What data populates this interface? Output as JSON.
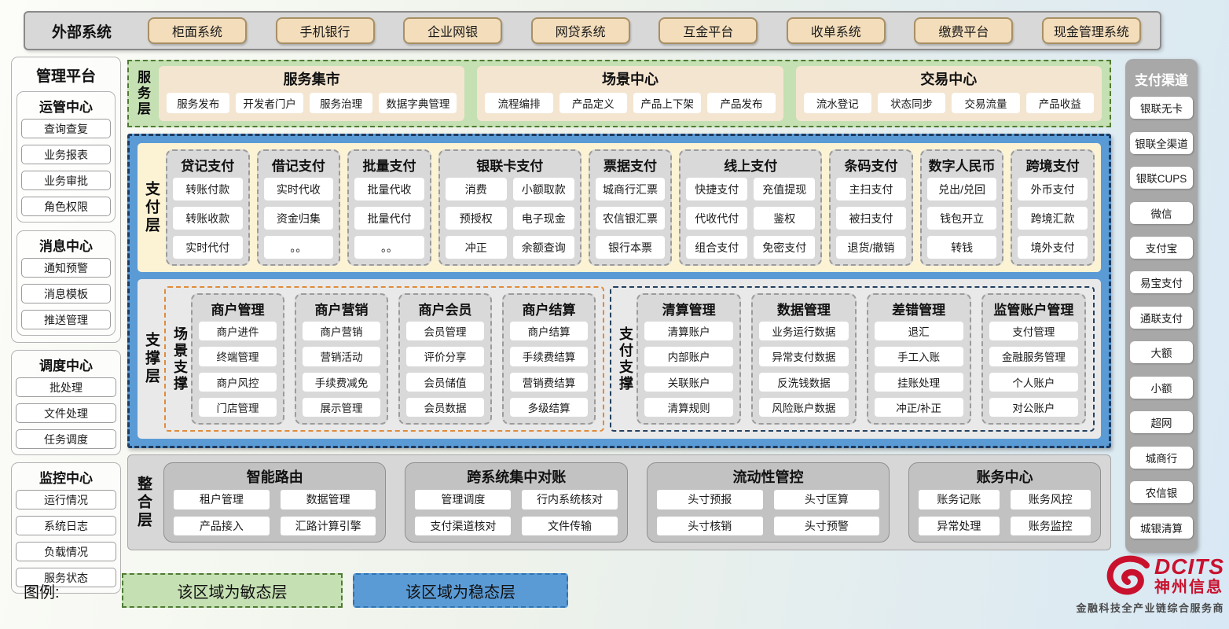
{
  "external_systems": {
    "title": "外部系统",
    "items": [
      "柜面系统",
      "手机银行",
      "企业网银",
      "网贷系统",
      "互金平台",
      "收单系统",
      "缴费平台",
      "现金管理系统"
    ]
  },
  "management_platform": {
    "title": "管理平台",
    "groups": [
      {
        "title": "运管中心",
        "items": [
          "查询查复",
          "业务报表",
          "业务审批",
          "角色权限"
        ]
      },
      {
        "title": "消息中心",
        "items": [
          "通知预警",
          "消息模板",
          "推送管理"
        ]
      },
      {
        "title": "调度中心",
        "items": [
          "批处理",
          "文件处理",
          "任务调度"
        ]
      },
      {
        "title": "监控中心",
        "items": [
          "运行情况",
          "系统日志",
          "负载情况",
          "服务状态"
        ]
      }
    ]
  },
  "service_layer": {
    "label": "服务层",
    "groups": [
      {
        "title": "服务集市",
        "items": [
          "服务发布",
          "开发者门户",
          "服务治理",
          "数据字典管理"
        ]
      },
      {
        "title": "场景中心",
        "items": [
          "流程编排",
          "产品定义",
          "产品上下架",
          "产品发布"
        ]
      },
      {
        "title": "交易中心",
        "items": [
          "流水登记",
          "状态同步",
          "交易流量",
          "产品收益"
        ]
      }
    ]
  },
  "payment_layer": {
    "label": "支付层",
    "columns": [
      {
        "title": "贷记支付",
        "cols": 1,
        "items": [
          "转账付款",
          "转账收款",
          "实时代付"
        ]
      },
      {
        "title": "借记支付",
        "cols": 1,
        "items": [
          "实时代收",
          "资金归集",
          "。。"
        ]
      },
      {
        "title": "批量支付",
        "cols": 1,
        "items": [
          "批量代收",
          "批量代付",
          "。。"
        ]
      },
      {
        "title": "银联卡支付",
        "cols": 2,
        "items": [
          "消费",
          "小额取款",
          "预授权",
          "电子现金",
          "冲正",
          "余额查询"
        ]
      },
      {
        "title": "票据支付",
        "cols": 1,
        "items": [
          "城商行汇票",
          "农信银汇票",
          "银行本票"
        ]
      },
      {
        "title": "线上支付",
        "cols": 2,
        "items": [
          "快捷支付",
          "充值提现",
          "代收代付",
          "鉴权",
          "组合支付",
          "免密支付"
        ]
      },
      {
        "title": "条码支付",
        "cols": 1,
        "items": [
          "主扫支付",
          "被扫支付",
          "退货/撤销"
        ]
      },
      {
        "title": "数字人民币",
        "cols": 1,
        "items": [
          "兑出/兑回",
          "钱包开立",
          "转钱"
        ]
      },
      {
        "title": "跨境支付",
        "cols": 1,
        "items": [
          "外币支付",
          "跨境汇款",
          "境外支付"
        ]
      }
    ]
  },
  "support_layer": {
    "label": "支撑层",
    "scene_support": {
      "label": "场景支撑",
      "columns": [
        {
          "title": "商户管理",
          "items": [
            "商户进件",
            "终端管理",
            "商户风控",
            "门店管理"
          ]
        },
        {
          "title": "商户营销",
          "items": [
            "商户营销",
            "营销活动",
            "手续费减免",
            "展示管理"
          ]
        },
        {
          "title": "商户会员",
          "items": [
            "会员管理",
            "评价分享",
            "会员储值",
            "会员数据"
          ]
        },
        {
          "title": "商户结算",
          "items": [
            "商户结算",
            "手续费结算",
            "营销费结算",
            "多级结算"
          ]
        }
      ]
    },
    "payment_support": {
      "label": "支付支撑",
      "columns": [
        {
          "title": "清算管理",
          "items": [
            "清算账户",
            "内部账户",
            "关联账户",
            "清算规则"
          ]
        },
        {
          "title": "数据管理",
          "items": [
            "业务运行数据",
            "异常支付数据",
            "反洗钱数据",
            "风险账户数据"
          ]
        },
        {
          "title": "差错管理",
          "items": [
            "退汇",
            "手工入账",
            "挂账处理",
            "冲正/补正"
          ]
        },
        {
          "title": "监管账户管理",
          "items": [
            "支付管理",
            "金融服务管理",
            "个人账户",
            "对公账户"
          ]
        }
      ]
    }
  },
  "integration_layer": {
    "label": "整合层",
    "groups": [
      {
        "title": "智能路由",
        "cols": 2,
        "items": [
          "租户管理",
          "数据管理",
          "产品接入",
          "汇路计算引擎"
        ]
      },
      {
        "title": "跨系统集中对账",
        "cols": 2,
        "items": [
          "管理调度",
          "行内系统核对",
          "支付渠道核对",
          "文件传输"
        ]
      },
      {
        "title": "流动性管控",
        "cols": 2,
        "items": [
          "头寸预报",
          "头寸匡算",
          "头寸核销",
          "头寸预警"
        ]
      },
      {
        "title": "账务中心",
        "cols": 2,
        "items": [
          "账务记账",
          "账务风控",
          "异常处理",
          "账务监控"
        ]
      }
    ]
  },
  "payment_channels": {
    "title": "支付渠道",
    "items": [
      "银联无卡",
      "银联全渠道",
      "银联CUPS",
      "微信",
      "支付宝",
      "易宝支付",
      "通联支付",
      "大额",
      "小额",
      "超网",
      "城商行",
      "农信银",
      "城银清算"
    ]
  },
  "legend": {
    "label": "图例:",
    "agile": "该区域为敏态层",
    "stable": "该区域为稳态层"
  },
  "logo": {
    "name": "DCITS",
    "company": "神州信息",
    "slogan": "金融科技全产业链综合服务商"
  },
  "colors": {
    "agile_green": "#c5e0b3",
    "stable_blue": "#5b9bd5",
    "payment_cream": "#fcf3d5",
    "external_tan": "#f3ddbb",
    "brand_red": "#c9112e"
  }
}
